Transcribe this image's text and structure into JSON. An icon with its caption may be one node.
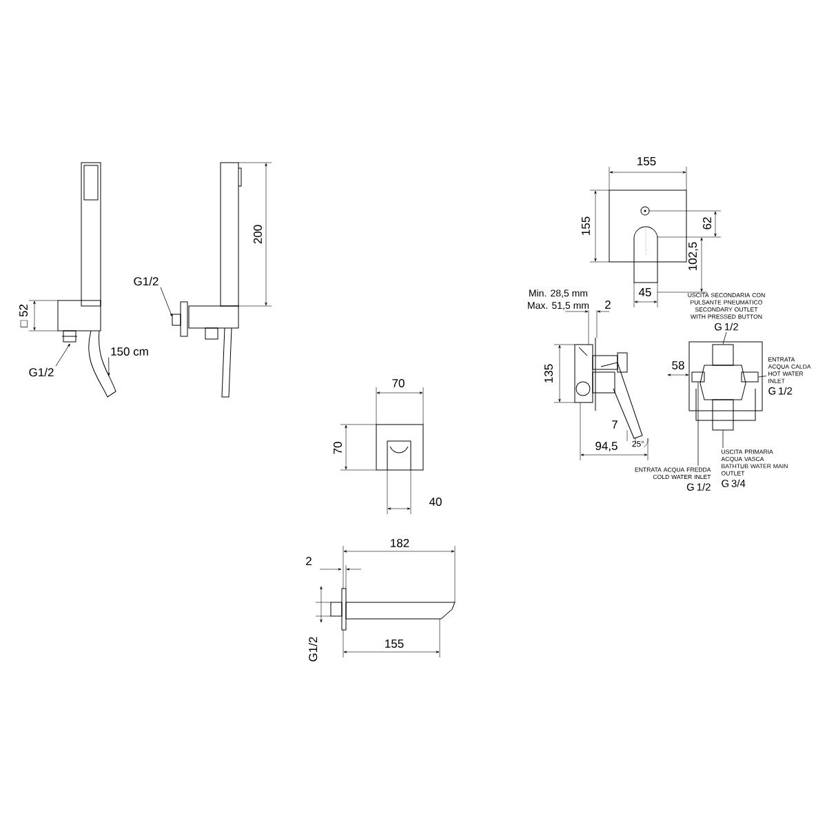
{
  "diagram": {
    "nodes": [
      {
        "text": [
          "G1/2"
        ]
      },
      {
        "text": [
          "150 cm"
        ]
      },
      {
        "text": [
          "G1/2"
        ]
      },
      {
        "text": [
          "USCITA SECONDARIA CON PULSANTE PNEUMATICO SECONDARY OUTLET WITH PRESSED BUTTON",
          "G 1/2"
        ]
      },
      {
        "text": [
          "ENTRATA ACQUA CALDA HOT WATER INLET",
          "G 1/2"
        ]
      },
      {
        "text": [
          "ENTRATA ACQUA FREDDA COLD WATER INLET",
          "G 1/2"
        ]
      },
      {
        "text": [
          "USCITA PRIMARIA ACQUA VASCA BATHTUB WATER MAIN OUTLET",
          "G 3/4"
        ]
      },
      {
        "text": [],
        "shape": "box"
      },
      {
        "text": [],
        "shape": "box"
      },
      {
        "text": [],
        "shape": "box"
      },
      {
        "text": [],
        "shape": "box"
      }
    ],
    "edges": [
      {
        "from": 0,
        "to": null,
        "arrow": "to"
      },
      {
        "from": 1,
        "to": null,
        "arrow": "to"
      },
      {
        "from": 2,
        "to": null,
        "arrow": "to"
      },
      {
        "from": 3,
        "to": 7,
        "arrow": "none"
      },
      {
        "from": 4,
        "to": 9,
        "arrow": "none"
      },
      {
        "from": 5,
        "to": 8,
        "arrow": "none"
      },
      {
        "from": 6,
        "to": 10,
        "arrow": "none"
      }
    ],
    "labels": [
      "□ 52",
      "200",
      "155",
      "155",
      "62",
      "102,5",
      "45",
      "Min. 28,5 mm",
      "Max. 51,5 mm",
      "2",
      "135",
      "58",
      "7",
      "94,5",
      "25°",
      "70",
      "70",
      "40",
      "182",
      "2",
      "G1/2",
      "155"
    ]
  }
}
